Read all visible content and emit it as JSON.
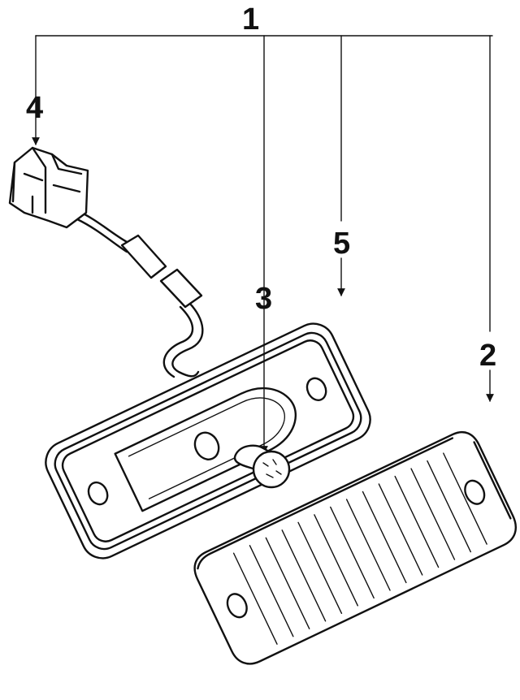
{
  "callouts": {
    "assembly": "1",
    "lens": "2",
    "bulb": "3",
    "connector": "4",
    "gasket": "5"
  },
  "colors": {
    "ink": "#111111",
    "paper": "#ffffff"
  }
}
